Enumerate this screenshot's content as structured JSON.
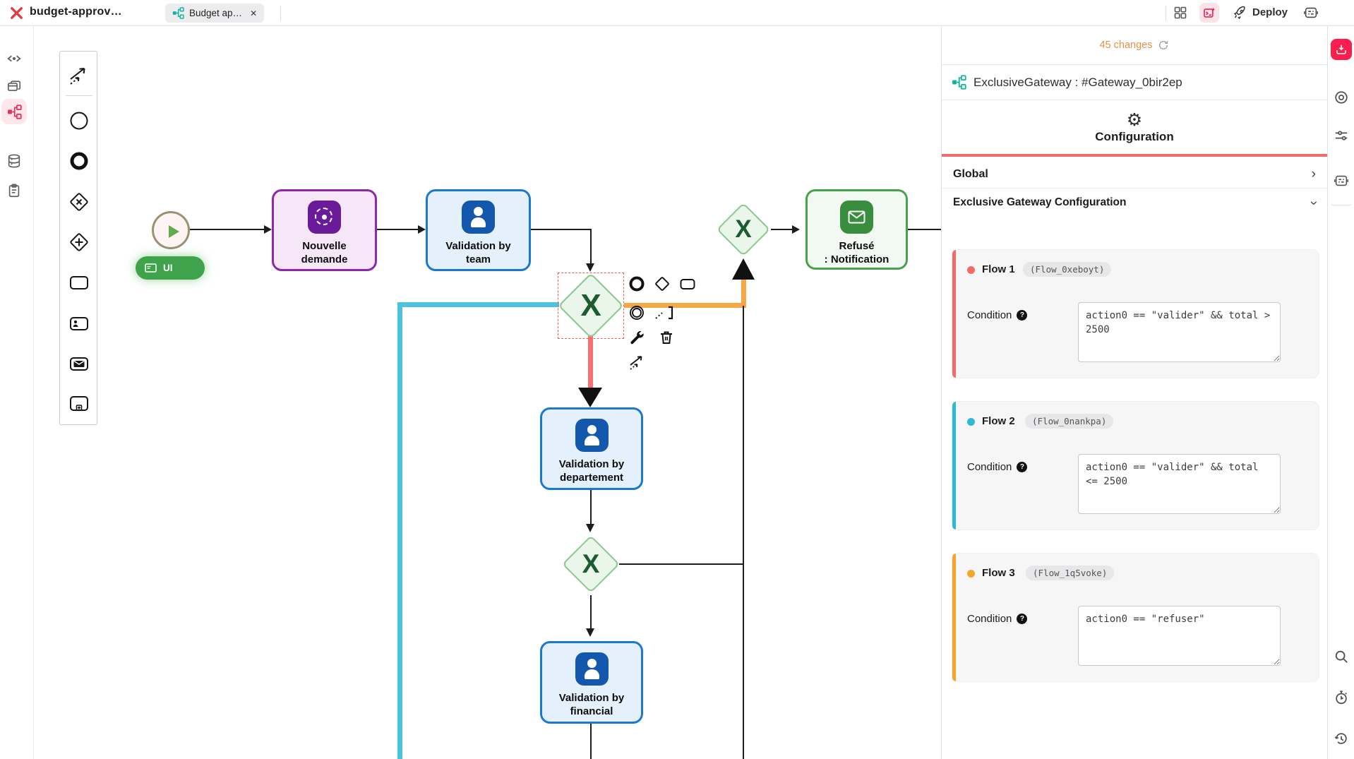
{
  "topbar": {
    "project_title": "budget-approv…",
    "tab_label": "Budget ap…",
    "close_glyph": "✕",
    "deploy_label": "Deploy"
  },
  "status": {
    "changes": "45 changes"
  },
  "inspector": {
    "element_title": "ExclusiveGateway : #Gateway_0bir2ep",
    "config_tab": "Configuration",
    "global_section": "Global",
    "gateway_section": "Exclusive Gateway Configuration",
    "condition_label": "Condition",
    "help_glyph": "?",
    "flows": [
      {
        "name": "Flow 1",
        "id_badge": "(Flow_0xeboyt)",
        "condition": "action0 == \"valider\" && total > 2500",
        "color": "#f26b6b"
      },
      {
        "name": "Flow 2",
        "id_badge": "(Flow_0nankpa)",
        "condition": "action0 == \"valider\" && total <= 2500",
        "color": "#2fb9d8"
      },
      {
        "name": "Flow 3",
        "id_badge": "(Flow_1q5voke)",
        "condition": "action0 == \"refuser\"",
        "color": "#f5a62a"
      }
    ]
  },
  "canvas": {
    "gateway_symbol": "X",
    "start_badge": "UI",
    "nodes": {
      "nouvelle": {
        "label": "Nouvelle\ndemande"
      },
      "team": {
        "label": "Validation by\nteam"
      },
      "departement": {
        "label": "Validation by\ndepartement"
      },
      "financial": {
        "label": "Validation by\nfinancial"
      },
      "refuse": {
        "label": "Refusé\n:  Notification"
      }
    },
    "flow_colors": {
      "flow1": "#f87171",
      "flow2": "#4cc3de",
      "flow3": "#f7a844"
    },
    "icons": [
      "play-icon",
      "user-icon",
      "settings-target-icon",
      "envelope-icon"
    ]
  }
}
